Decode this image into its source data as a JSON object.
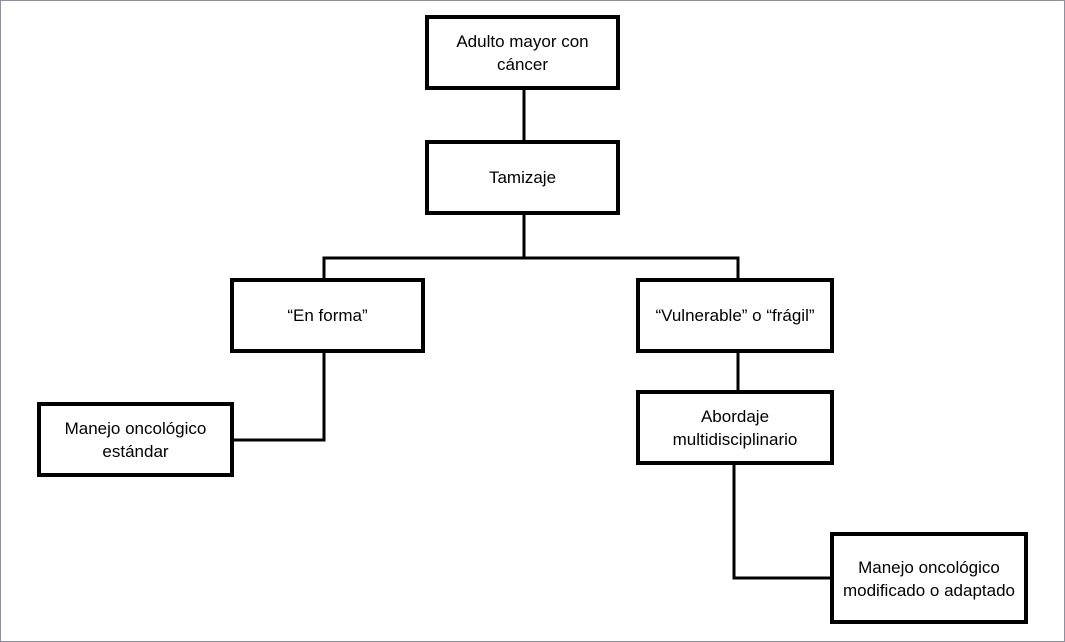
{
  "diagram": {
    "nodes": {
      "root": "Adulto mayor con cáncer",
      "screening": "Tamizaje",
      "fit": "“En forma”",
      "vulnerable": "“Vulnerable” o “frágil”",
      "standard": "Manejo oncológico estándar",
      "multidisciplinary": "Abordaje multidisciplinario",
      "modified": "Manejo oncológico modificado o adaptado"
    },
    "edges": [
      [
        "root",
        "screening"
      ],
      [
        "screening",
        "fit"
      ],
      [
        "screening",
        "vulnerable"
      ],
      [
        "fit",
        "standard"
      ],
      [
        "vulnerable",
        "multidisciplinary"
      ],
      [
        "multidisciplinary",
        "modified"
      ]
    ],
    "colors": {
      "border": "#000000",
      "background": "#ffffff",
      "frame": "#8e8ea0"
    }
  }
}
